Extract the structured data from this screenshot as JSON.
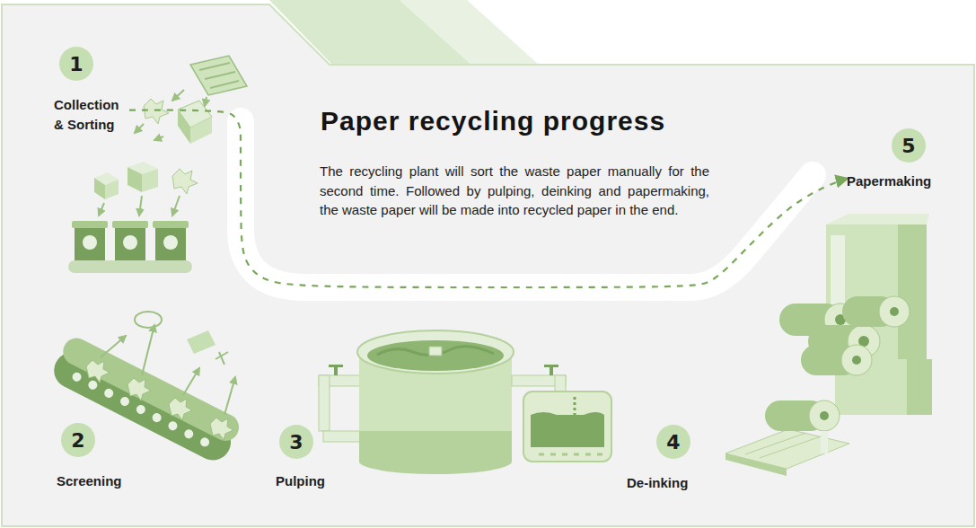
{
  "diagram": {
    "title": "Paper recycling progress",
    "nodes": [
      {
        "text": [
          "1",
          "Collection & Sorting"
        ]
      },
      {
        "text": [
          "2",
          "Screening"
        ]
      },
      {
        "text": [
          "3",
          "Pulping"
        ]
      },
      {
        "text": [
          "4",
          "De-inking"
        ]
      },
      {
        "text": [
          "5",
          "Papermaking"
        ]
      }
    ],
    "edges": [
      {
        "from": 0,
        "to": 4,
        "arrow": "to"
      }
    ],
    "labels": [
      "The recycling plant will sort the waste paper manually for the second time. Followed by pulping, deinking and papermaking, the waste paper will be made into recycled paper in the end."
    ]
  }
}
